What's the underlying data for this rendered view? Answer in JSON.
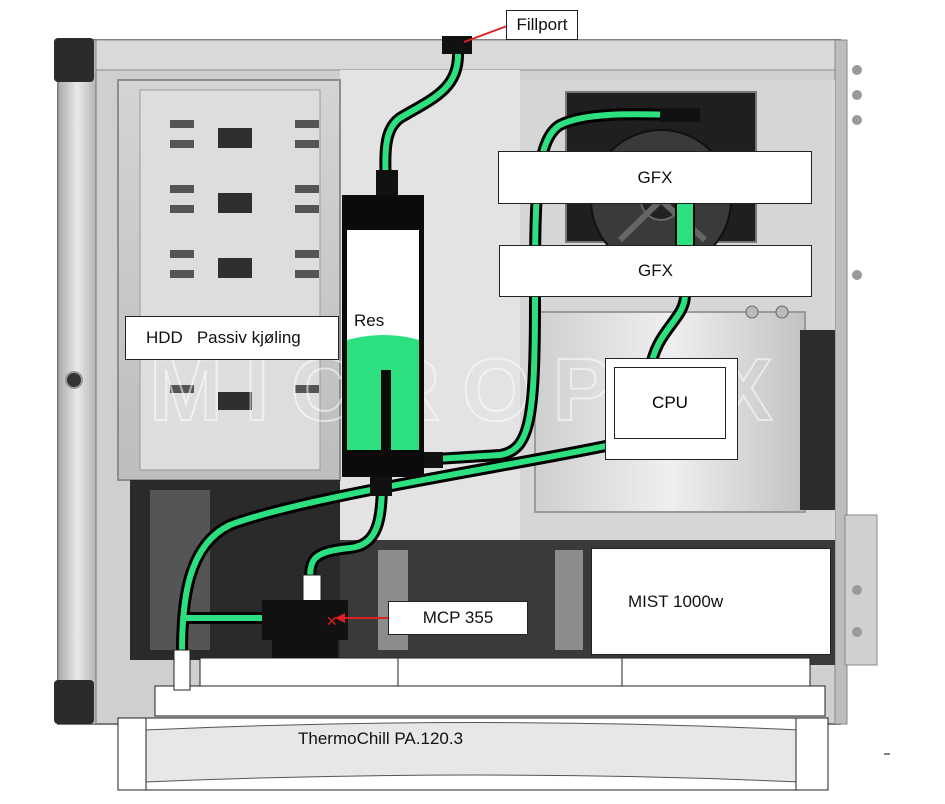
{
  "labels": {
    "fillport": "Fillport",
    "gfx_top": "GFX",
    "gfx_bottom": "GFX",
    "res": "Res",
    "hdd": "HDD",
    "passive_cooling": "Passiv kjøling",
    "cpu": "CPU",
    "pump": "MCP 355",
    "psu": "MIST 1000w",
    "radiator": "ThermoChill PA.120.3"
  },
  "watermark": "MICROPEX",
  "colors": {
    "coolant": "#2de07f",
    "tubing_outline": "#000000",
    "leader_line": "#e02020",
    "case_frame": "#c9c9c9",
    "case_interior": "#d8d8d8"
  }
}
